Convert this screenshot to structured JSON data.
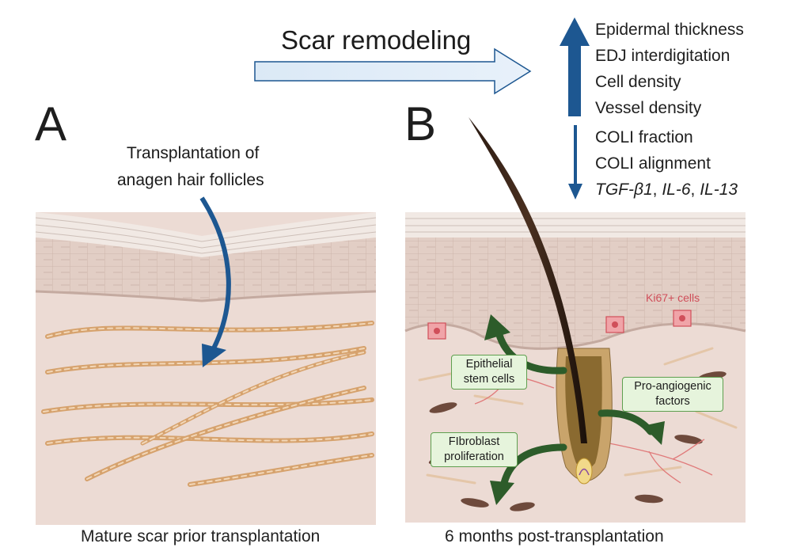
{
  "header": {
    "title": "Scar remodeling"
  },
  "panels": {
    "a": {
      "letter": "A",
      "annotation_line1": "Transplantation of",
      "annotation_line2": "anagen hair follicles",
      "caption": "Mature scar prior transplantation"
    },
    "b": {
      "letter": "B",
      "caption": "6 months post-transplantation",
      "ki67_label": "Ki67+ cells",
      "boxes": {
        "epithelial_line1": "Epithelial",
        "epithelial_line2": "stem cells",
        "angio_line1": "Pro-angiogenic",
        "angio_line2": "factors",
        "fibro_line1": "FIbroblast",
        "fibro_line2": "proliferation"
      }
    }
  },
  "effects": {
    "increased": [
      "Epidermal thickness",
      "EDJ interdigitation",
      "Cell density",
      "Vessel density"
    ],
    "decreased_plain": [
      "COLI fraction",
      "COLI alignment"
    ],
    "decreased_cytokines": {
      "c1": "TGF-β1",
      "c2": "IL-6",
      "c3": "IL-13",
      "sep": ", "
    }
  },
  "colors": {
    "blue_arrow": "#1d5791",
    "green_arrow": "#2d5c2a",
    "skin_dermis": "#ecdbd4",
    "epidermis": "#d8c2b8",
    "collagen": "#d6a26d",
    "ki67": "#d04f5a"
  }
}
